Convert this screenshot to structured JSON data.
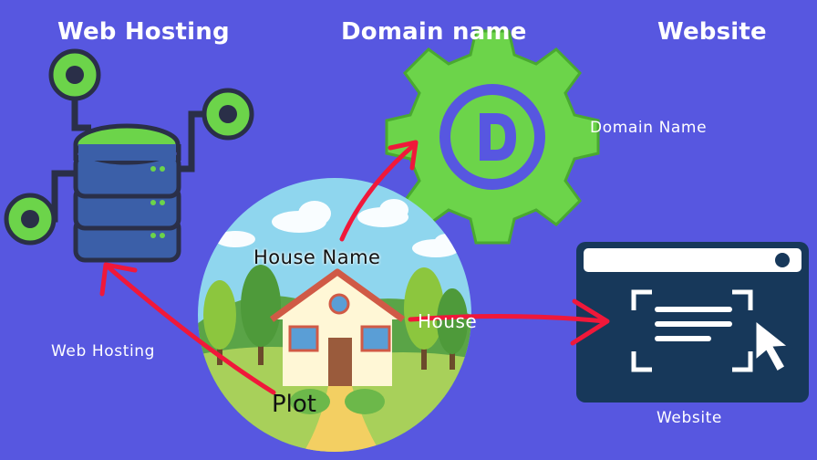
{
  "headings": {
    "web_hosting": "Web Hosting",
    "domain_name": "Domain name",
    "website": "Website"
  },
  "labels": {
    "domain_name": "Domain Name",
    "web_hosting": "Web Hosting",
    "website": "Website"
  },
  "scene": {
    "house_name": "House Name",
    "house": "House",
    "plot": "Plot",
    "gear_letter": "D"
  },
  "colors": {
    "background": "#5757e0",
    "accent_green": "#6cd44a",
    "server_blue": "#3b5fa8",
    "arrow_red": "#f0183a",
    "website_dark": "#17385a"
  }
}
